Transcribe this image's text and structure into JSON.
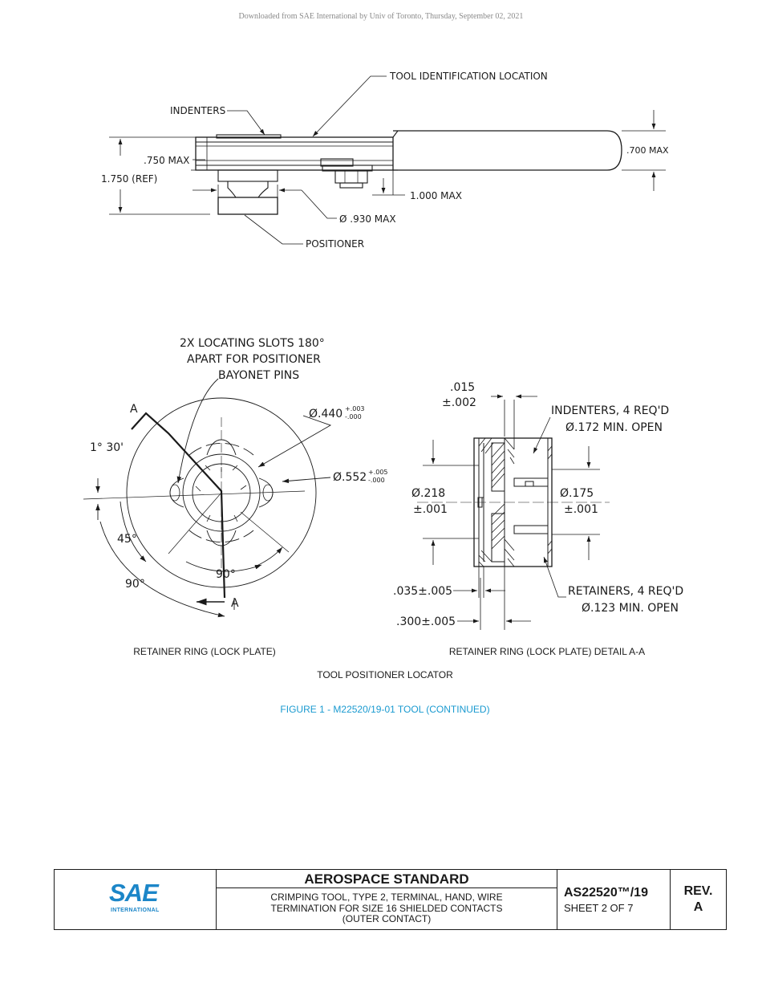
{
  "watermark": "Downloaded from SAE International by Univ of Toronto, Thursday, September 02, 2021",
  "top_view": {
    "tool_id_label": "TOOL IDENTIFICATION LOCATION",
    "indenters_label": "INDENTERS",
    "dim_750": ".750  MAX",
    "dim_1750": "1.750  (REF)",
    "dim_700": ".700 MAX",
    "dim_1000": "1.000  MAX",
    "dim_930": "Ø .930 MAX",
    "positioner_label": "POSITIONER"
  },
  "lock_plate": {
    "slots_note_1": "2X LOCATING SLOTS 180°",
    "slots_note_2": "APART FOR POSITIONER",
    "slots_note_3": "BAYONET PINS",
    "section_a_top": "A",
    "section_a_bottom": "A",
    "angle_1_30": "1° 30'",
    "angle_45": "45°",
    "angle_90_left": "90°",
    "angle_90_bottom": "90°",
    "dia_440": "Ø.440",
    "tol_440_plus": "+.003",
    "tol_440_minus": "-.000",
    "dia_552": "Ø.552",
    "tol_552_plus": "+.005",
    "tol_552_minus": "-.000"
  },
  "detail": {
    "dim_015": ".015",
    "tol_015": "±.002",
    "indenters_1": "INDENTERS, 4 REQ'D",
    "indenters_2": "Ø.172 MIN. OPEN",
    "dia_218": "Ø.218",
    "tol_218": "±.001",
    "dia_175": "Ø.175",
    "tol_175": "±.001",
    "dim_035": ".035±.005",
    "dim_300": ".300±.005",
    "retainers_1": "RETAINERS, 4 REQ'D",
    "retainers_2": "Ø.123 MIN. OPEN"
  },
  "captions": {
    "left_view": "RETAINER RING (LOCK PLATE)",
    "right_view": "RETAINER RING (LOCK PLATE) DETAIL A-A",
    "locator": "TOOL POSITIONER LOCATOR",
    "figure": "FIGURE 1 - M22520/19-01 TOOL (CONTINUED)"
  },
  "title_block": {
    "logo_text": "SAE",
    "logo_subtext": "INTERNATIONAL",
    "heading": "AEROSPACE STANDARD",
    "desc_line_1": "CRIMPING TOOL, TYPE 2, TERMINAL, HAND, WIRE",
    "desc_line_2": "TERMINATION FOR SIZE 16 SHIELDED CONTACTS",
    "desc_line_3": "(OUTER CONTACT)",
    "doc_number": "AS22520™/19",
    "sheet": "SHEET 2 OF 7",
    "rev_label": "REV.",
    "rev_value": "A"
  },
  "colors": {
    "ink": "#1a1a1a",
    "figure_caption": "#1a9ad0",
    "logo_blue": "#1c86c8"
  }
}
